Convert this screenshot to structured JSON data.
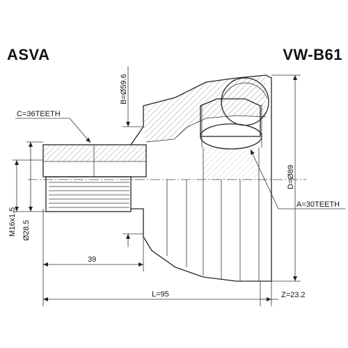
{
  "header": {
    "brand": "ASVA",
    "part_number": "VW-B61"
  },
  "labels": {
    "teeth_outer": "C=36TEETH",
    "teeth_inner": "A=30TEETH",
    "dia_b": "B=Ø59.6",
    "dia_d": "D=Ø89",
    "thread": "M16x1.5",
    "dia_shaft": "Ø28.5",
    "len_39": "39",
    "len_total": "L=95",
    "z_len": "Z=23.2"
  }
}
